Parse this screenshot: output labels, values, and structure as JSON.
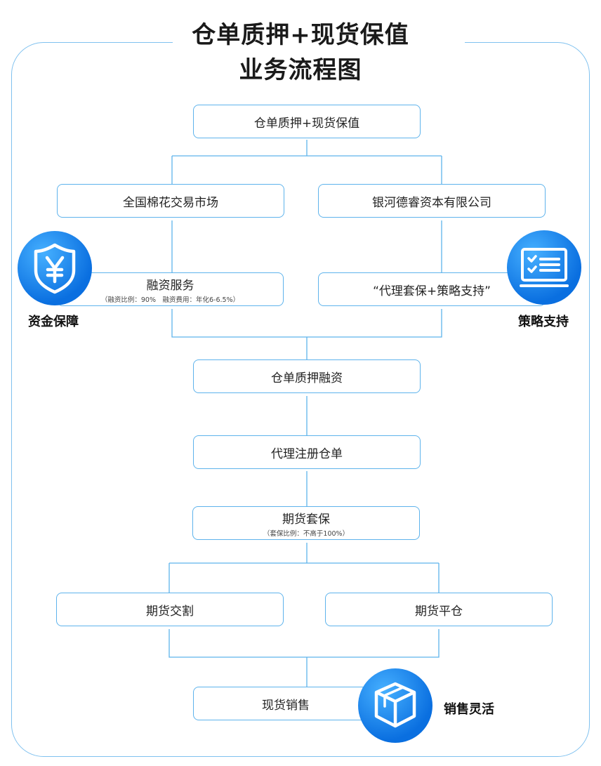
{
  "title": {
    "line1": "仓单质押+现货保值",
    "line2": "业务流程图"
  },
  "nodes": {
    "root": "仓单质押+现货保值",
    "market": "全国棉花交易市场",
    "company": "银河德睿资本有限公司",
    "finance": "融资服务",
    "finance_note": "（融资比例：90%　融资费用：年化6-6.5%）",
    "strategy": "“代理套保+策略支持”",
    "pledge": "仓单质押融资",
    "register": "代理注册仓单",
    "hedge": "期货套保",
    "hedge_note": "（套保比例：不高于100%）",
    "delivery": "期货交割",
    "close": "期货平仓",
    "sales": "现货销售"
  },
  "badges": {
    "funds": {
      "label": "资金保障",
      "icon": "yen-shield-icon"
    },
    "strategy": {
      "label": "策略支持",
      "icon": "checklist-monitor-icon"
    },
    "sales": {
      "label": "销售灵活",
      "icon": "package-box-icon"
    }
  },
  "colors": {
    "line": "#5eb3ec",
    "badge": "#0a6fe0",
    "frame": "#7fc1ef"
  }
}
